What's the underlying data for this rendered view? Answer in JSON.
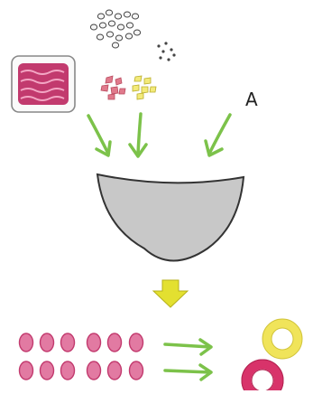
{
  "figure": {
    "label": "A",
    "ingredients": [
      {
        "name": "minced-meat-tray",
        "icon": "meat-tray-icon"
      },
      {
        "name": "white-seeds",
        "icon": "seeds-icon"
      },
      {
        "name": "black-pepper",
        "icon": "pepper-dots-icon"
      },
      {
        "name": "chopped-red-pieces",
        "icon": "red-chunks-icon"
      },
      {
        "name": "chopped-yellow-pieces",
        "icon": "yellow-chunks-icon"
      }
    ],
    "mixing_bowl": {
      "icon": "bowl-icon"
    },
    "step_arrow": {
      "icon": "down-arrow-icon"
    },
    "meatballs": {
      "rows": 2,
      "per_row": 6,
      "icon": "meatball-icon"
    },
    "rings": [
      {
        "name": "yellow-ring",
        "icon": "ring-icon"
      },
      {
        "name": "red-ring",
        "icon": "ring-icon"
      }
    ],
    "colors": {
      "meat": "#c23a6e",
      "meat_light": "#e27aa2",
      "bowl": "#c8c8c8",
      "green_arrow": "#7cc24a",
      "yellow_arrow": "#d6d62a",
      "yellow_ring": "#f0e45a",
      "red_ring": "#d8336a",
      "outline": "#333333"
    }
  }
}
